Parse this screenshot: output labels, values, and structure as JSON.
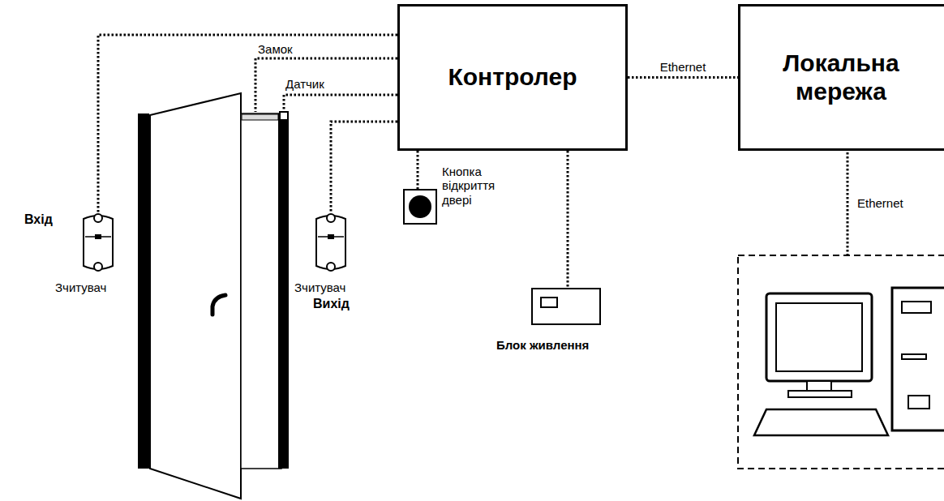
{
  "diagram": {
    "nodes": [
      {
        "text": [
          "Контролер"
        ]
      },
      {
        "text": [
          "Локальна мережа"
        ]
      },
      {
        "text": [
          "Вхід",
          "Зчитувач"
        ]
      },
      {
        "text": [
          "Зчитувач",
          "Вихід"
        ]
      },
      {
        "text": [
          "Кнопка відкриття двері"
        ]
      },
      {
        "text": [
          "Блок живлення"
        ]
      }
    ],
    "edges": [
      {
        "from": 0,
        "to": 1,
        "label": "Ethernet",
        "arrow": "none"
      },
      {
        "from": 0,
        "to": 2,
        "arrow": "none"
      },
      {
        "from": 0,
        "to": 3,
        "arrow": "none"
      },
      {
        "from": 0,
        "to": 4,
        "arrow": "none"
      },
      {
        "from": 0,
        "to": 5,
        "arrow": "none"
      }
    ],
    "labels": [
      "Замок",
      "Датчик",
      "Ethernet"
    ]
  }
}
